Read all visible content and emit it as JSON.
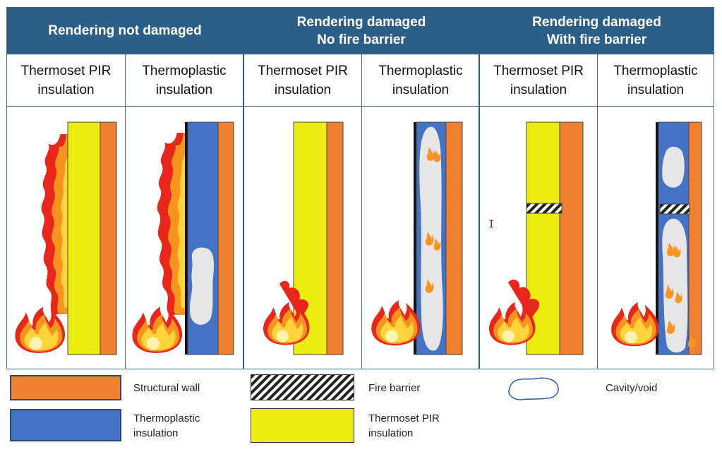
{
  "header": {
    "group1": {
      "line1": "Rendering not damaged",
      "line2": ""
    },
    "group2": {
      "line1": "Rendering damaged",
      "line2": "No fire barrier"
    },
    "group3": {
      "line1": "Rendering damaged",
      "line2": "With fire barrier"
    }
  },
  "columns": [
    {
      "line1": "Thermoset PIR",
      "line2": "insulation"
    },
    {
      "line1": "Thermoplastic",
      "line2": "insulation"
    },
    {
      "line1": "Thermoset PIR",
      "line2": "insulation"
    },
    {
      "line1": "Thermoplastic",
      "line2": "insulation"
    },
    {
      "line1": "Thermoset PIR",
      "line2": "insulation"
    },
    {
      "line1": "Thermoplastic",
      "line2": "insulation"
    }
  ],
  "legend": {
    "structural_wall": "Structural wall",
    "thermoplastic_line1": "Thermoplastic",
    "thermoplastic_line2": "insulation",
    "fire_barrier": "Fire barrier",
    "pir_line1": "Thermoset PIR",
    "pir_line2": "insulation",
    "cavity": "Cavity/void"
  },
  "stray_mark": "I",
  "colors": {
    "header_bg": "#2c5f87",
    "structural_wall": "#f08030",
    "thermoplastic": "#4472c4",
    "thermoset_pir": "#ecec10",
    "cavity": "#e6e6e6",
    "flame_red": "#e8261b",
    "flame_orange": "#f7931e"
  }
}
